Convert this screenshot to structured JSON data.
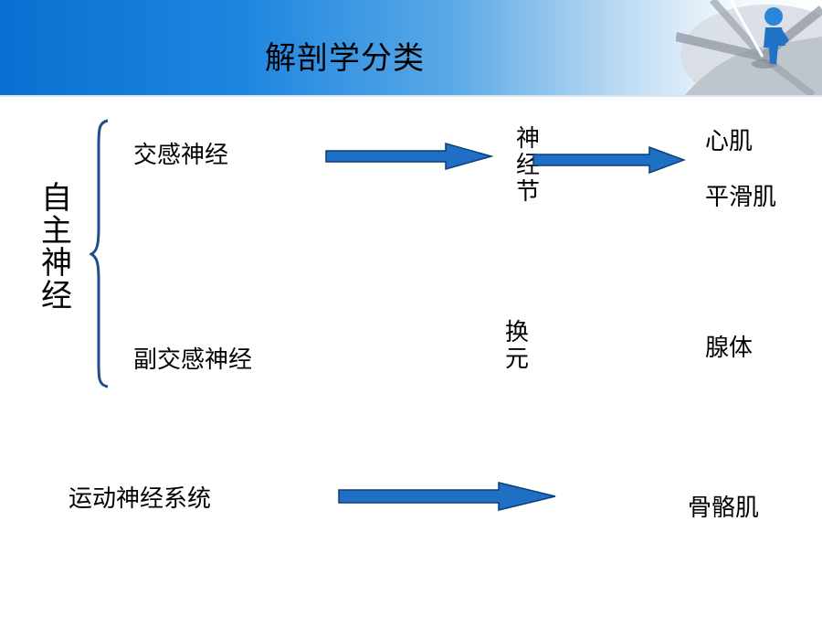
{
  "slide": {
    "title": "解剖学分类"
  },
  "diagram": {
    "group_label": "自主神经",
    "sympathetic": "交感神经",
    "parasympathetic": "副交感神经",
    "ganglion": "神经节",
    "relay": "换元",
    "targets": {
      "cardiac": "心肌",
      "smooth": "平滑肌",
      "gland": "腺体",
      "skeletal": "骨骼肌"
    },
    "motor": "运动神经系统"
  },
  "colors": {
    "header_start": "#0a6fd0",
    "arrow_fill": "#1f6fc4",
    "arrow_stroke": "#0b3f7a",
    "brace": "#1f4e8a"
  }
}
